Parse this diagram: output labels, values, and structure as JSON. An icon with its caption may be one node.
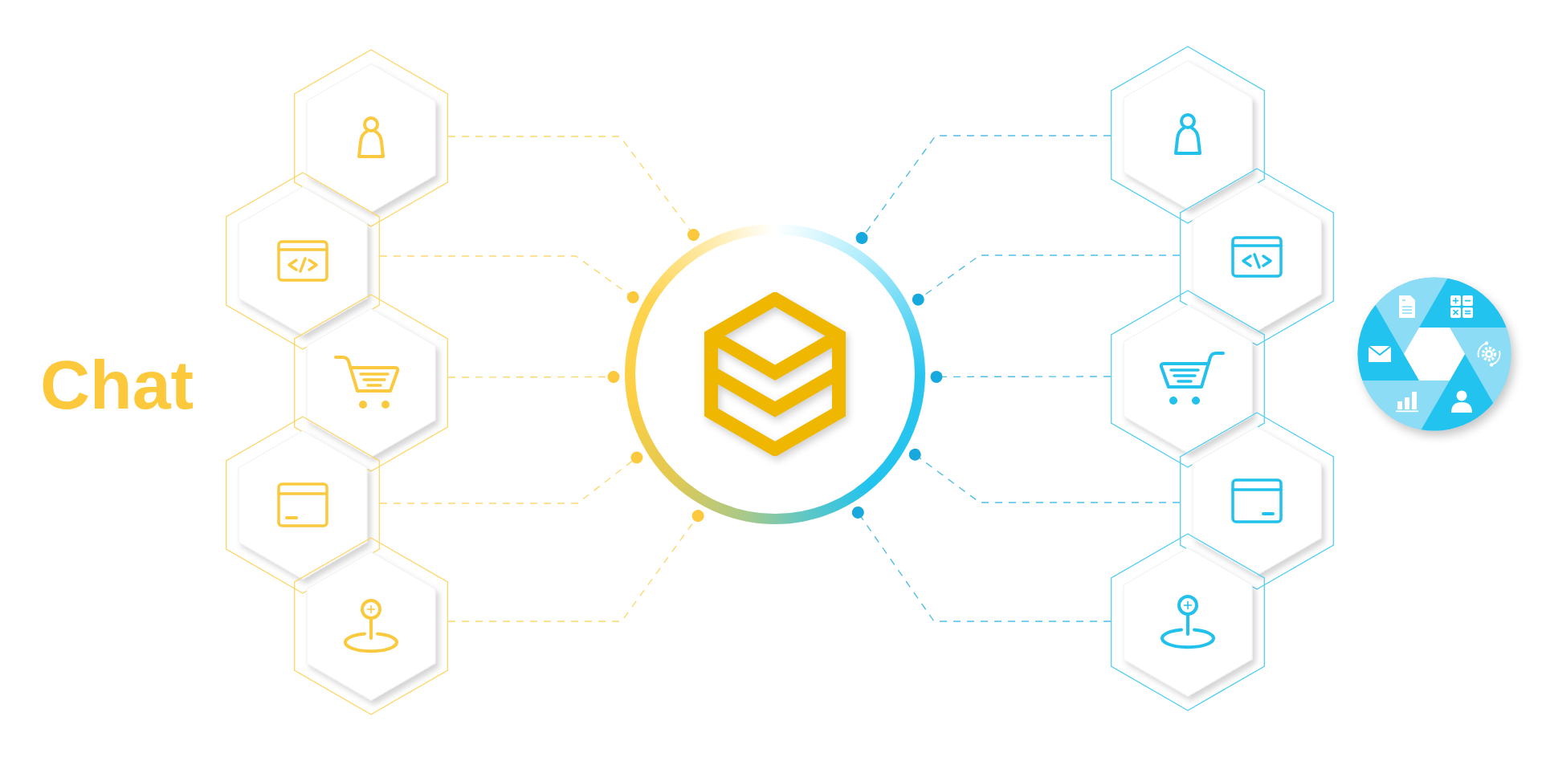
{
  "diagram": {
    "nodes": [
      {
        "text": [],
        "shape": "hexagon"
      },
      {
        "text": [],
        "shape": "hexagon"
      },
      {
        "text": [],
        "shape": "hexagon"
      },
      {
        "text": [],
        "shape": "hexagon"
      },
      {
        "text": [],
        "shape": "hexagon"
      },
      {
        "text": [],
        "shape": "circle"
      },
      {
        "text": [],
        "shape": "hexagon"
      },
      {
        "text": [],
        "shape": "hexagon"
      },
      {
        "text": [],
        "shape": "hexagon"
      },
      {
        "text": [],
        "shape": "hexagon"
      },
      {
        "text": [],
        "shape": "hexagon"
      }
    ],
    "edges": [
      {
        "from": 0,
        "to": 5,
        "arrow": "other",
        "style": "dashed",
        "color": "#fcc93c"
      },
      {
        "from": 1,
        "to": 5,
        "arrow": "other",
        "style": "dashed",
        "color": "#fcc93c"
      },
      {
        "from": 2,
        "to": 5,
        "arrow": "other",
        "style": "dashed",
        "color": "#fcc93c"
      },
      {
        "from": 3,
        "to": 5,
        "arrow": "other",
        "style": "dashed",
        "color": "#fcc93c"
      },
      {
        "from": 4,
        "to": 5,
        "arrow": "other",
        "style": "dashed",
        "color": "#fcc93c"
      },
      {
        "from": 6,
        "to": 5,
        "arrow": "other",
        "style": "dashed",
        "color": "#17a8de"
      },
      {
        "from": 7,
        "to": 5,
        "arrow": "other",
        "style": "dashed",
        "color": "#17a8de"
      },
      {
        "from": 8,
        "to": 5,
        "arrow": "other",
        "style": "dashed",
        "color": "#17a8de"
      },
      {
        "from": 9,
        "to": 5,
        "arrow": "other",
        "style": "dashed",
        "color": "#17a8de"
      },
      {
        "from": 10,
        "to": 5,
        "arrow": "other",
        "style": "dashed",
        "color": "#17a8de"
      }
    ],
    "labels": [
      "Chat"
    ]
  }
}
